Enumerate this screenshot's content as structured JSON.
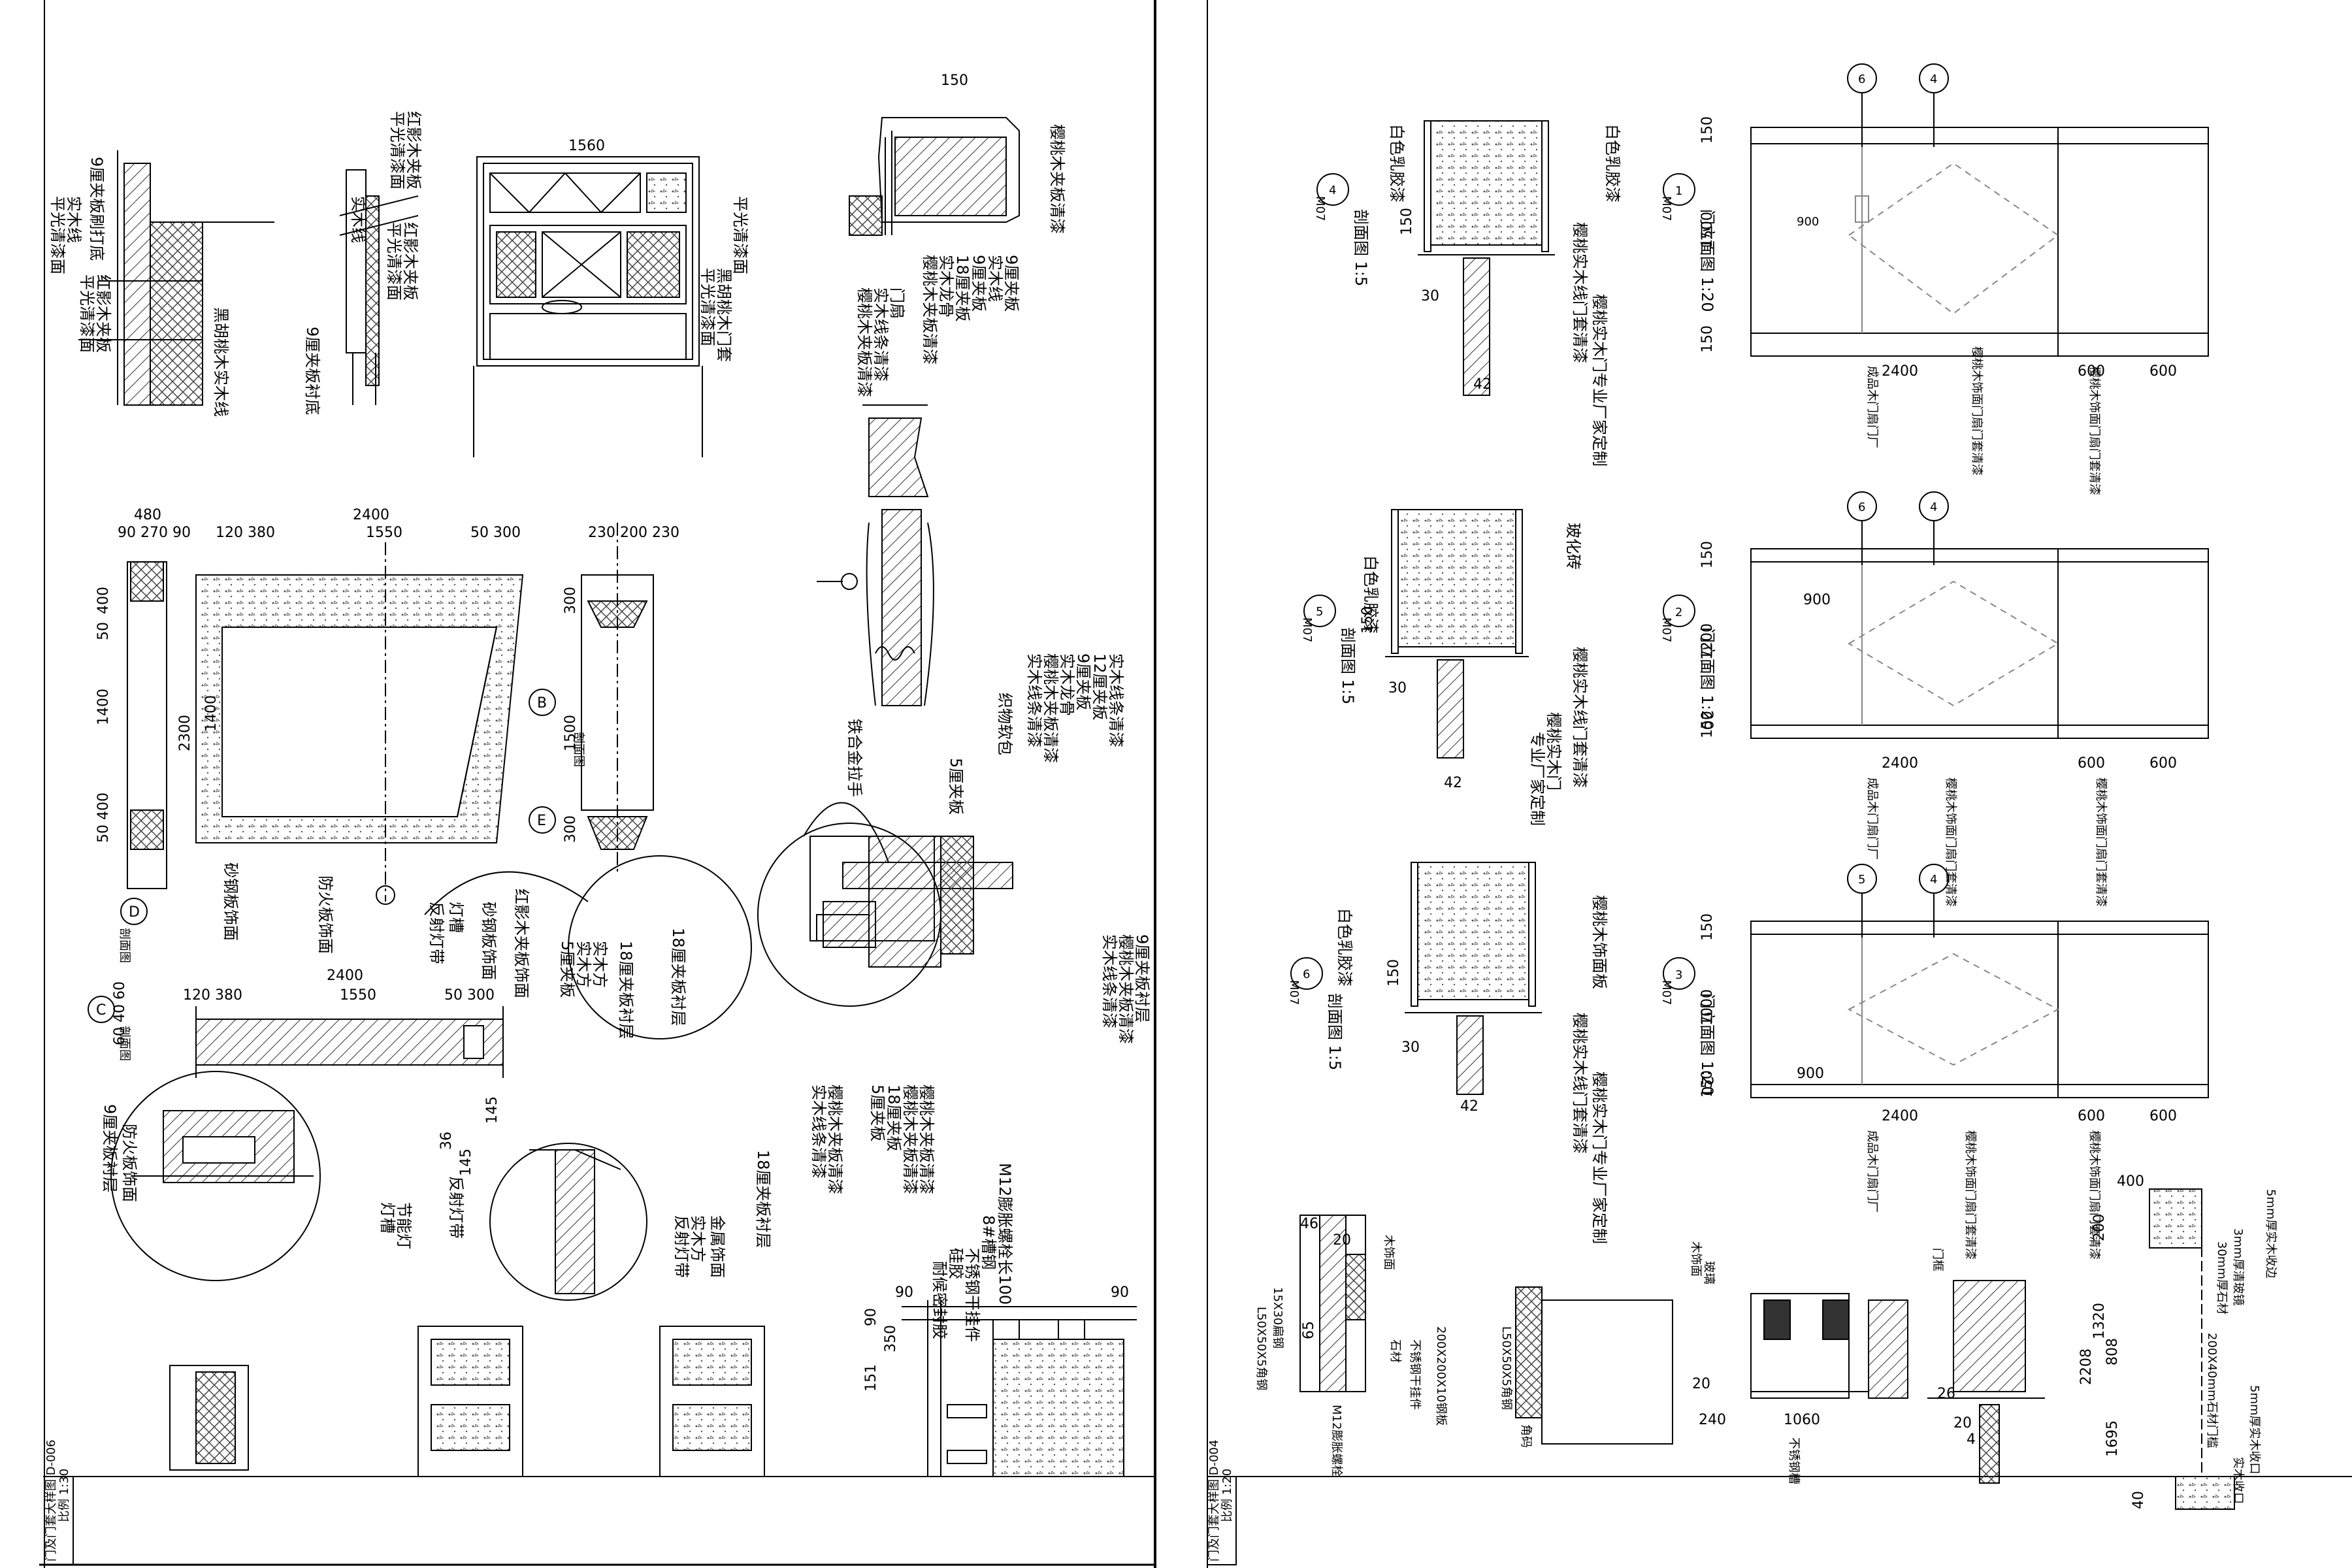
{
  "sheet_left": {
    "title_block": "门及门套大样图 D-006",
    "scale": "比例 1:30",
    "top_dims": [
      "1560",
      "150"
    ],
    "mid_dims": [
      "480",
      "90 270 90",
      "2400",
      "120 380",
      "1550",
      "50 300",
      "230 200 230"
    ],
    "bottom_dims": [
      "2400",
      "120 380",
      "1550",
      "50 300"
    ],
    "vertical_dims": [
      "400",
      "50",
      "1400",
      "50 400",
      "1500",
      "300",
      "300",
      "2300",
      "1400"
    ],
    "bubbles": [
      "B",
      "C",
      "D",
      "E"
    ],
    "section_tags": [
      "剖面图",
      "剖面图",
      "剖面图"
    ],
    "notes_top": [
      "9厘夹板刷打底",
      "实木线",
      "平光清漆面",
      "红影木夹板",
      "平光清漆面",
      "红影木夹板",
      "平光清漆面",
      "黑胡桃木实木线",
      "红影木夹板",
      "平光清漆面",
      "平光清漆面",
      "黑胡桃木门套",
      "平光清漆面",
      "9厘夹板衬底",
      "实木线"
    ],
    "notes_detail": [
      "樱桃木夹板清漆",
      "9厘夹板",
      "实木线",
      "9厘夹板",
      "18厘夹板",
      "实木龙骨",
      "樱桃木夹板清漆",
      "门扇",
      "实木线条清漆",
      "樱桃木夹板清漆",
      "实木线条清漆",
      "12厘夹板",
      "9厘夹板",
      "实木龙骨",
      "樱桃木夹板清漆",
      "实木线条清漆",
      "织物软包",
      "5厘夹板",
      "铁合金拉手"
    ],
    "notes_mid": [
      "砂钢板饰面",
      "防火板饰面",
      "实木方",
      "18厘夹板衬层",
      "灯槽",
      "反射灯带",
      "砂钢板饰面",
      "红影木夹板饰面",
      "5厘夹板",
      "实木方",
      "18厘夹板衬层"
    ],
    "notes_lower": [
      "9厘夹板衬层",
      "防火板饰面",
      "节能灯",
      "灯槽",
      "反射灯带",
      "18厘夹板衬层",
      "金属饰面",
      "实木方",
      "反射灯带",
      "9厘夹板衬层",
      "樱桃木夹板清漆",
      "实木线条清漆",
      "18厘夹板",
      "樱桃木夹板清漆",
      "樱桃木夹板清漆",
      "5厘夹板",
      "樱桃木夹板清漆",
      "实木线条清漆",
      "M12膨胀螺栓长100",
      "8#槽钢",
      "不锈钢干挂件",
      "硅胶",
      "耐候密封胶"
    ],
    "bottom_dims_small": [
      "60 40 60",
      "145",
      "36",
      "145",
      "90",
      "90",
      "90",
      "350",
      "151"
    ]
  },
  "sheet_right": {
    "title_block": "门及门套大样图 D-004",
    "scale": "比例 1:20",
    "elevations": [
      {
        "tag": "1",
        "ref": "M07",
        "title": "门立面图 1:20",
        "vdims": [
          "150",
          "1500",
          "150"
        ],
        "hdims": [
          "2400",
          "600",
          "600"
        ],
        "inner_dim": "900",
        "notes": [
          "樱桃木饰面门扇门套清漆",
          "成品木门扇门厂",
          "樱桃木饰面门扇门套清漆"
        ]
      },
      {
        "tag": "2",
        "ref": "M07",
        "title": "门立面图 1:20",
        "vdims": [
          "150",
          "1200",
          "150"
        ],
        "hdims": [
          "2400",
          "600",
          "600"
        ],
        "inner_dim": "900",
        "notes": [
          "成品木门扇门厂",
          "樱桃木饰面门扇门套清漆",
          "樱桃木饰面门扇门套清漆"
        ]
      },
      {
        "tag": "3",
        "ref": "M07",
        "title": "门立面图 1:20",
        "vdims": [
          "150",
          "1000",
          "150"
        ],
        "hdims": [
          "2400",
          "600",
          "600"
        ],
        "inner_dim": "900",
        "notes": [
          "成品木门扇门厂",
          "樱桃木饰面门扇门套清漆",
          "樱桃木饰面门扇门套清漆"
        ]
      }
    ],
    "sections": [
      {
        "tag": "4",
        "ref": "M07",
        "title": "剖面图 1:5",
        "dims": [
          "150",
          "30",
          "42"
        ],
        "notes": [
          "白色乳胶漆",
          "白色乳胶漆",
          "樱桃实木线门套清漆",
          "樱桃实木门专业厂家定制"
        ]
      },
      {
        "tag": "5",
        "ref": "M07",
        "title": "剖面图 1:5",
        "dims": [
          "150",
          "30",
          "42"
        ],
        "notes": [
          "白色乳胶漆",
          "玻化砖",
          "樱桃实木线门套清漆",
          "樱桃实木门",
          "专业厂家定制"
        ]
      },
      {
        "tag": "6",
        "ref": "M07",
        "title": "剖面图 1:5",
        "dims": [
          "150",
          "30",
          "42"
        ],
        "notes": [
          "白色乳胶漆",
          "樱桃木饰面板",
          "樱桃实木线门套清漆",
          "樱桃实木门专业厂家定制"
        ]
      }
    ],
    "section_markers": [
      "6",
      "4",
      "6",
      "4",
      "5",
      "4"
    ],
    "bottom_dims": [
      "46",
      "20",
      "65",
      "240",
      "1060",
      "20",
      "4",
      "400",
      "200",
      "1320",
      "808",
      "2208",
      "1695",
      "40",
      "20",
      "26"
    ],
    "bottom_notes": [
      "木饰面",
      "15X30扁钢",
      "L50X50X5角钢",
      "200X200X10钢板",
      "M12膨胀螺栓",
      "石材",
      "不锈钢干挂件",
      "角码",
      "L50X50X5角钢",
      "玻璃",
      "不锈钢槽",
      "门框",
      "木饰面",
      "5mm厚实木收边",
      "3mm厚清玻镜",
      "30mm厚石材",
      "200X40mm石材门槛",
      "5mm厚实木收口",
      "实木收口"
    ]
  },
  "colors": {
    "ink": "#000000",
    "paper": "#ffffff",
    "hatch": "#333333"
  }
}
